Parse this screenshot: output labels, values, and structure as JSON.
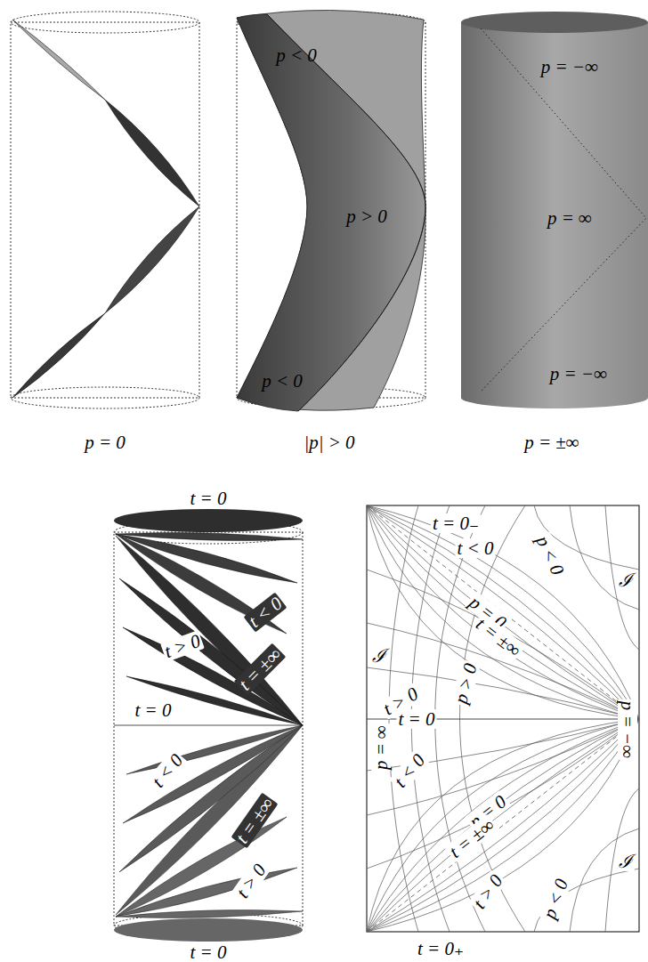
{
  "diagram": {
    "labels": [
      "p = 0",
      "p < 0",
      "p > 0",
      "p < 0",
      "|p| > 0",
      "p = −∞",
      "p = ∞",
      "p = −∞",
      "p = ±∞",
      "t = 0",
      "t < 0",
      "t = ±∞",
      "t > 0",
      "t = 0",
      "t < 0",
      "t = ±∞",
      "t > 0",
      "t = 0",
      "t = 0₋",
      "t < 0",
      "p < 0",
      "ℐ",
      "p = 0",
      "t = ±∞",
      "ℐ",
      "t > 0",
      "p > 0",
      "p = ∞",
      "t = 0",
      "p = −∞",
      "ℐ",
      "t < 0",
      "p = 0",
      "t = ±∞",
      "t > 0",
      "p < 0",
      "t = 0₊"
    ]
  }
}
